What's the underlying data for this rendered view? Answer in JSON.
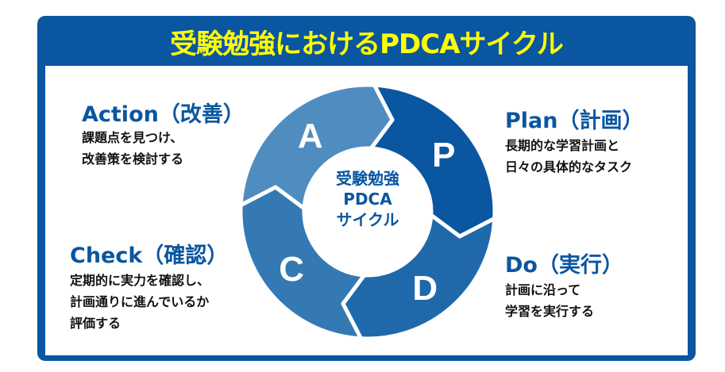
{
  "title": "受験勉強におけるPDCAサイクル",
  "center": {
    "line1": "受験勉強",
    "line2": "PDCA",
    "line3": "サイクル"
  },
  "segments": [
    {
      "letter": "P",
      "color": "#0a56a0"
    },
    {
      "letter": "D",
      "color": "#1f69aa"
    },
    {
      "letter": "C",
      "color": "#3479b4"
    },
    {
      "letter": "A",
      "color": "#4f8cc0"
    }
  ],
  "plan": {
    "heading": "Plan（計画）",
    "lines": [
      "長期的な学習計画と",
      "日々の具体的なタスク"
    ]
  },
  "do": {
    "heading": "Do（実行）",
    "lines": [
      "計画に沿って",
      "学習を実行する"
    ]
  },
  "check": {
    "heading": "Check（確認）",
    "lines": [
      "定期的に実力を確認し、",
      "計画通りに進んでいるか",
      "評価する"
    ]
  },
  "action": {
    "heading": "Action（改善）",
    "lines": [
      "課題点を見つけ、",
      "改善策を検討する"
    ]
  },
  "colors": {
    "frame": "#0a56a0",
    "title": "#ffff00"
  }
}
